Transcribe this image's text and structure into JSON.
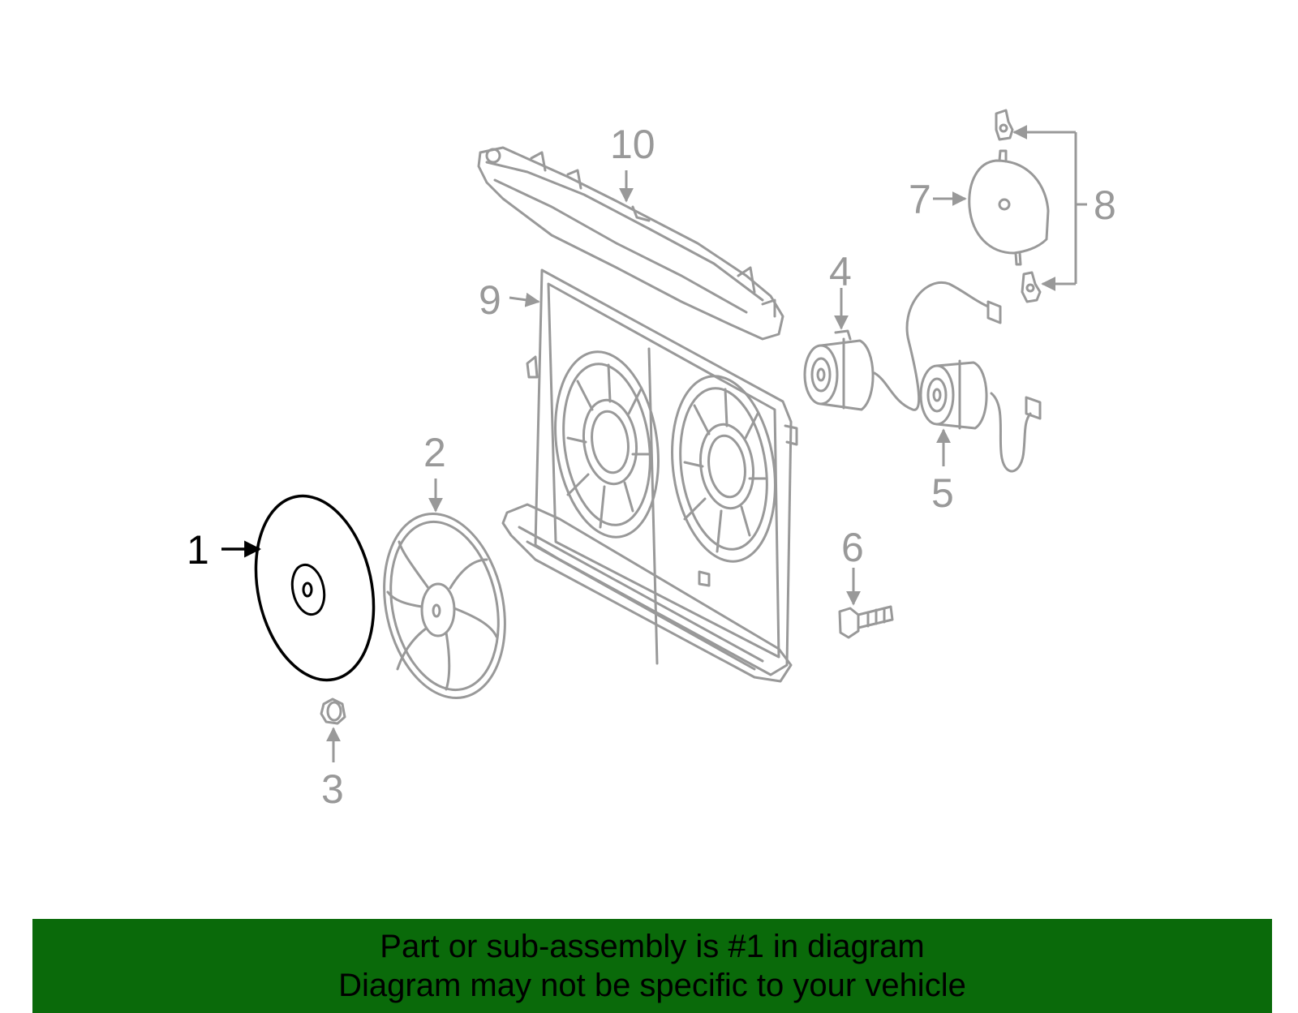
{
  "colors": {
    "highlight": "#000000",
    "muted": "#999999",
    "banner_bg": "#0a6a0a",
    "banner_text": "#000000"
  },
  "callouts": {
    "c1": "1",
    "c2": "2",
    "c3": "3",
    "c4": "4",
    "c5": "5",
    "c6": "6",
    "c7": "7",
    "c8": "8",
    "c9": "9",
    "c10": "10"
  },
  "banner": {
    "line1": "Part or sub-assembly is #1 in diagram",
    "line2": "Diagram may not be specific to your vehicle"
  }
}
